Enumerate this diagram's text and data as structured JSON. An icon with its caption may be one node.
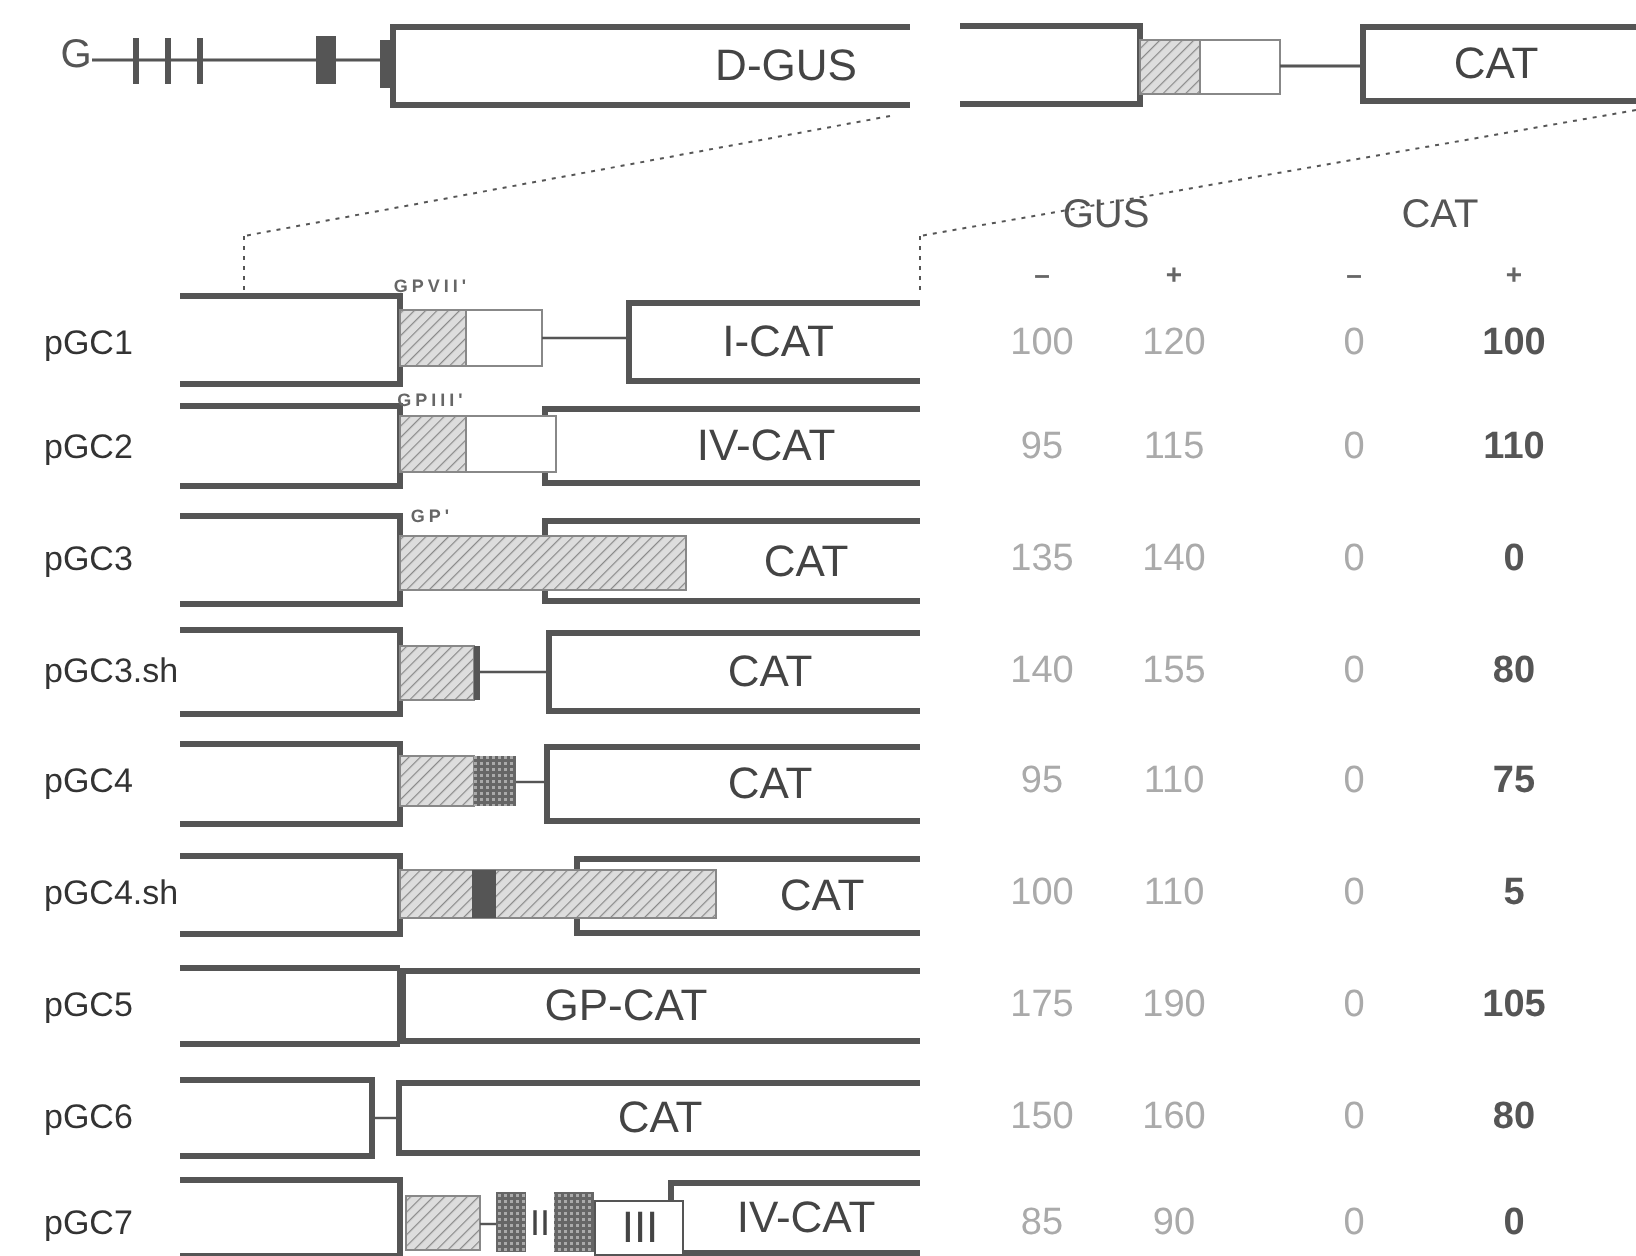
{
  "diagram": {
    "nodes": [
      {
        "text": [
          "D-GUS"
        ]
      },
      {
        "text": [
          "CAT"
        ]
      },
      {
        "text": [
          "I-CAT"
        ]
      },
      {
        "text": [
          "IV-CAT"
        ]
      },
      {
        "text": [
          "CAT"
        ]
      },
      {
        "text": [
          "CAT"
        ]
      },
      {
        "text": [
          "CAT"
        ]
      },
      {
        "text": [
          "CAT"
        ]
      },
      {
        "text": [
          "GP-CAT"
        ]
      },
      {
        "text": [
          "CAT"
        ]
      },
      {
        "text": [
          "III"
        ]
      },
      {
        "text": [
          "IV-CAT"
        ]
      }
    ],
    "labels": [
      "G",
      "GUS",
      "CAT",
      "–",
      "+",
      "–",
      "+",
      "GPVII'",
      "pGC1",
      "100",
      "120",
      "0",
      "100",
      "GPIII'",
      "pGC2",
      "95",
      "115",
      "0",
      "110",
      "GP'",
      "pGC3",
      "135",
      "140",
      "0",
      "0",
      "pGC3.sh",
      "140",
      "155",
      "0",
      "80",
      "pGC4",
      "95",
      "110",
      "0",
      "75",
      "pGC4.sh",
      "100",
      "110",
      "0",
      "5",
      "pGC5",
      "175",
      "190",
      "0",
      "105",
      "pGC6",
      "150",
      "160",
      "0",
      "80",
      "pGC7",
      "II",
      "85",
      "90",
      "0",
      "0"
    ]
  }
}
